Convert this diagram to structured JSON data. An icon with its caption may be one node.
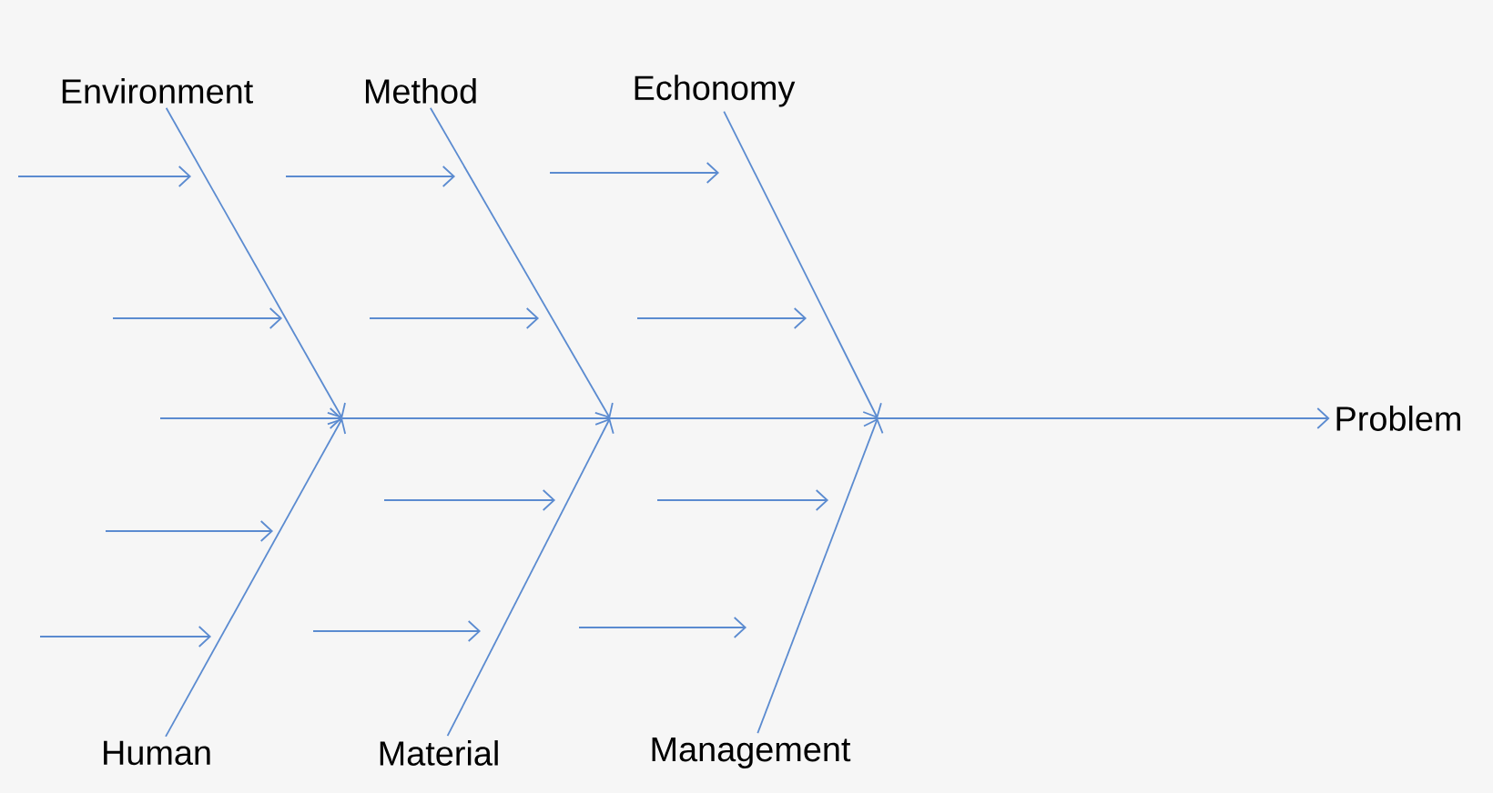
{
  "diagram": {
    "nodes": [
      {
        "text": [
          "Environment"
        ]
      },
      {
        "text": [
          "Method"
        ]
      },
      {
        "text": [
          "Echonomy"
        ]
      },
      {
        "text": [
          "Human"
        ]
      },
      {
        "text": [
          "Material"
        ]
      },
      {
        "text": [
          "Management"
        ]
      },
      {
        "text": [
          "Problem"
        ]
      }
    ],
    "edges": [
      {
        "from": 0,
        "to": null,
        "arrow": "to"
      },
      {
        "from": 1,
        "to": null,
        "arrow": "to"
      },
      {
        "from": 2,
        "to": null,
        "arrow": "to"
      },
      {
        "from": 3,
        "to": null,
        "arrow": "to"
      },
      {
        "from": 4,
        "to": null,
        "arrow": "to"
      },
      {
        "from": 5,
        "to": null,
        "arrow": "to"
      },
      {
        "from": null,
        "to": 6,
        "arrow": "to"
      }
    ]
  }
}
